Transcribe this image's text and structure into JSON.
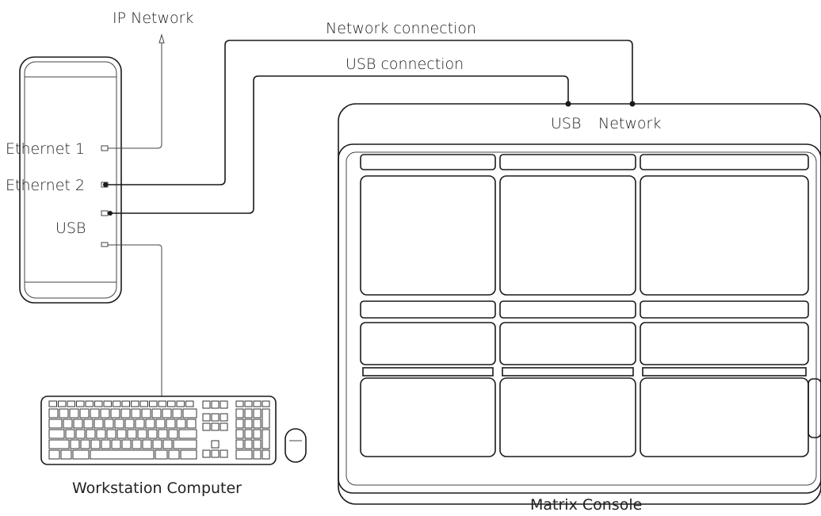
{
  "labels": {
    "ip_network": "IP Network",
    "network_connection": "Network connection",
    "usb_connection": "USB connection",
    "ethernet1": "Ethernet 1",
    "ethernet2": "Ethernet 2",
    "usb_port": "USB",
    "console_usb": "USB",
    "console_network": "Network",
    "workstation": "Workstation Computer",
    "matrix_console": "Matrix Console"
  },
  "colors": {
    "line": "#1a1a1a",
    "background": "#ffffff"
  }
}
